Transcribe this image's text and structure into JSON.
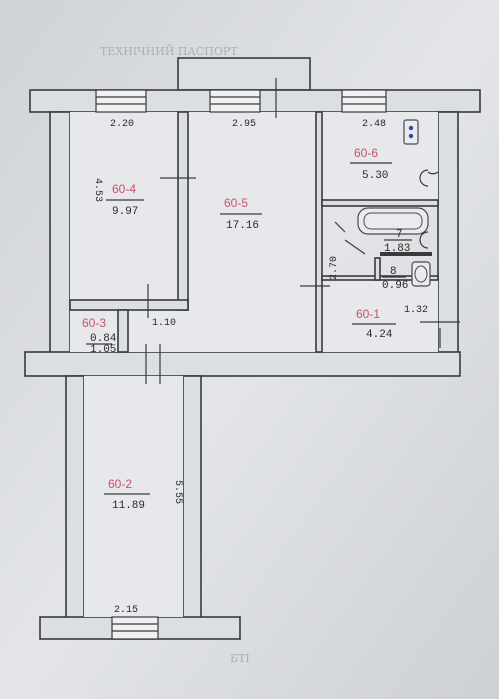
{
  "plan": {
    "rooms": [
      {
        "id": "60-4",
        "area": "9.97",
        "width": "2.20",
        "length": "4.53"
      },
      {
        "id": "60-5",
        "area": "17.16",
        "width": "2.95"
      },
      {
        "id": "60-6",
        "area": "5.30",
        "width": "2.48"
      },
      {
        "id": "60-3",
        "area1": "0.84",
        "area2": "1.05",
        "width": "1.10"
      },
      {
        "id": "60-1",
        "area": "4.24",
        "width": "1.32",
        "length": "2.70"
      },
      {
        "id": "60-2",
        "area": "11.89",
        "width": "2.15",
        "length": "5.55"
      }
    ],
    "bath": {
      "num": "7",
      "area": "1.83"
    },
    "wc": {
      "num": "8",
      "area": "0.96"
    }
  },
  "background_text": {
    "header": "ТЕХНІЧНИЙ ПАСПОРТ",
    "footer": "БТІ"
  }
}
